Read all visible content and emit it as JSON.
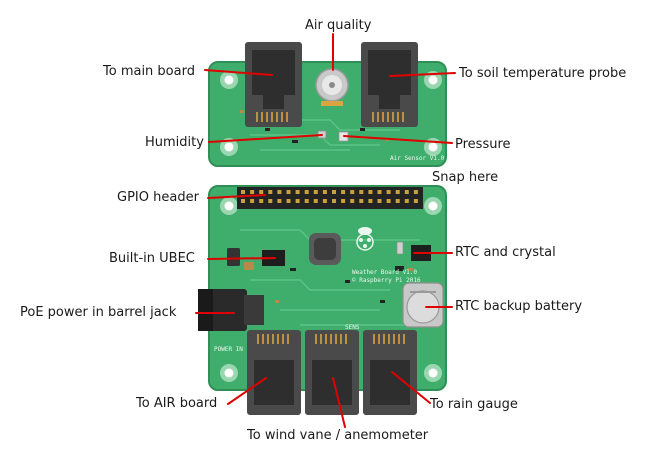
{
  "diagram": {
    "air_board": {
      "silkscreen": "Air Sensor V1.0"
    },
    "weather_board": {
      "silkscreen_title": "Weather Board V1.0",
      "silkscreen_sub": "© Raspberry Pi 2016",
      "silkscreen_power": "POWER IN",
      "silkscreen_sens": "SENS"
    },
    "labels": {
      "air_quality": "Air quality",
      "to_main_board": "To main board",
      "to_soil_probe": "To soil temperature probe",
      "humidity": "Humidity",
      "pressure": "Pressure",
      "snap_here": "Snap here",
      "gpio_header": "GPIO header",
      "builtin_ubec": "Built-in UBEC",
      "rtc_crystal": "RTC and crystal",
      "poe_power": "PoE power in barrel jack",
      "rtc_battery": "RTC backup battery",
      "to_air_board": "To AIR board",
      "to_rain_gauge": "To rain gauge",
      "to_wind_vane": "To wind vane / anemometer"
    },
    "colors": {
      "pcb": "#3fae6c",
      "pcb_dark": "#2f8f57",
      "connector": "#4a4a4a",
      "pointer": "#e00000"
    }
  }
}
